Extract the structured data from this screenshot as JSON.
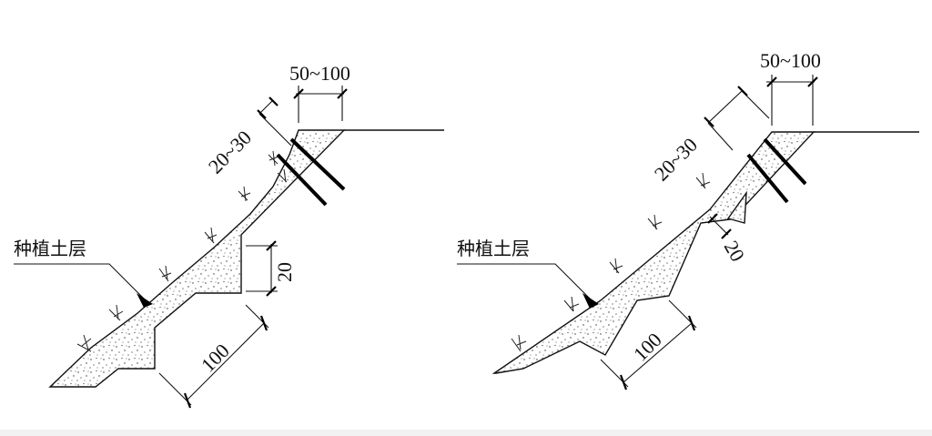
{
  "left_figure": {
    "top_width_label": "50~100",
    "thickness_label": "20~30",
    "step_height_label": "20",
    "step_length_label": "100",
    "layer_label": "种植土层"
  },
  "right_figure": {
    "top_width_label": "50~100",
    "thickness_label": "20~30",
    "step_height_label": "20",
    "step_length_label": "100",
    "layer_label": "种植土层"
  }
}
